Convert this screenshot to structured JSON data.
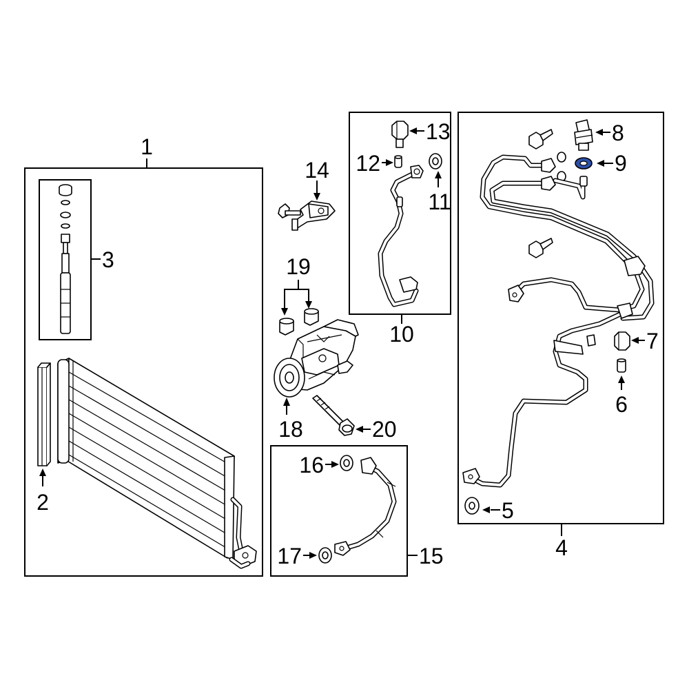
{
  "diagram": {
    "callouts": {
      "c1": "1",
      "c2": "2",
      "c3": "3",
      "c4": "4",
      "c5": "5",
      "c6": "6",
      "c7": "7",
      "c8": "8",
      "c9": "9",
      "c10": "10",
      "c11": "11",
      "c12": "12",
      "c13": "13",
      "c14": "14",
      "c15": "15",
      "c16": "16",
      "c17": "17",
      "c18": "18",
      "c19": "19",
      "c20": "20"
    },
    "colors": {
      "line": "#000000",
      "highlight": "#2e4fa8",
      "background": "#ffffff"
    },
    "highlighted_part": "9"
  }
}
